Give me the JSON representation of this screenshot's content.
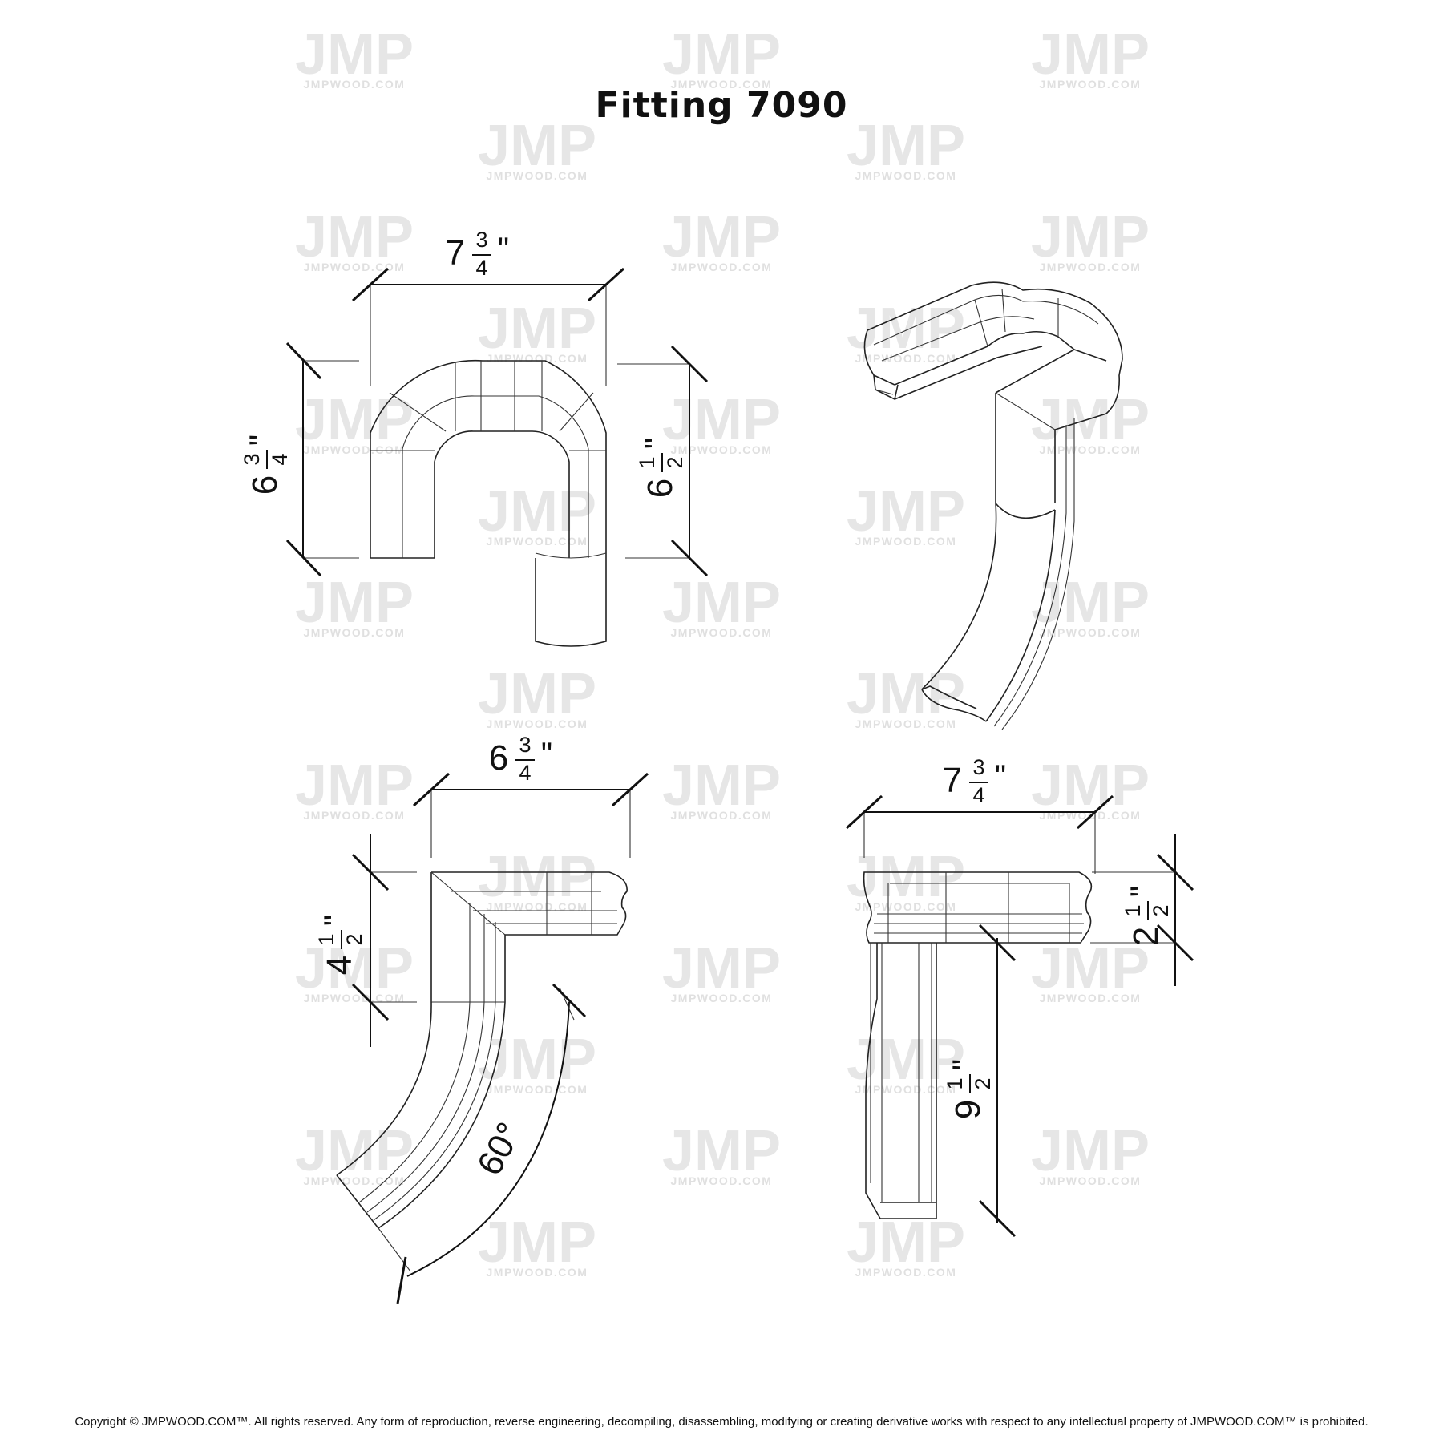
{
  "title": "Fitting 7090",
  "watermark": {
    "logo_text": "JMP",
    "site_text": "JMPWOOD.COM"
  },
  "views": {
    "top": {
      "width": {
        "whole": "7",
        "num": "3",
        "den": "4",
        "unit": "\""
      },
      "left_height": {
        "whole": "6",
        "num": "3",
        "den": "4",
        "unit": "\""
      },
      "right_height": {
        "whole": "6",
        "num": "1",
        "den": "2",
        "unit": "\""
      }
    },
    "side": {
      "width": {
        "whole": "6",
        "num": "3",
        "den": "4",
        "unit": "\""
      },
      "height": {
        "whole": "4",
        "num": "1",
        "den": "2",
        "unit": "\""
      },
      "angle": "60°"
    },
    "front": {
      "width": {
        "whole": "7",
        "num": "3",
        "den": "4",
        "unit": "\""
      },
      "cap_height": {
        "whole": "2",
        "num": "1",
        "den": "2",
        "unit": "\""
      },
      "drop": {
        "whole": "9",
        "num": "1",
        "den": "2",
        "unit": "\""
      }
    }
  },
  "copyright": "Copyright © JMPWOOD.COM™. All rights reserved. Any form of reproduction, reverse engineering, decompiling, disassembling, modifying or creating derivative works with respect to any intellectual property of JMPWOOD.COM™ is prohibited."
}
